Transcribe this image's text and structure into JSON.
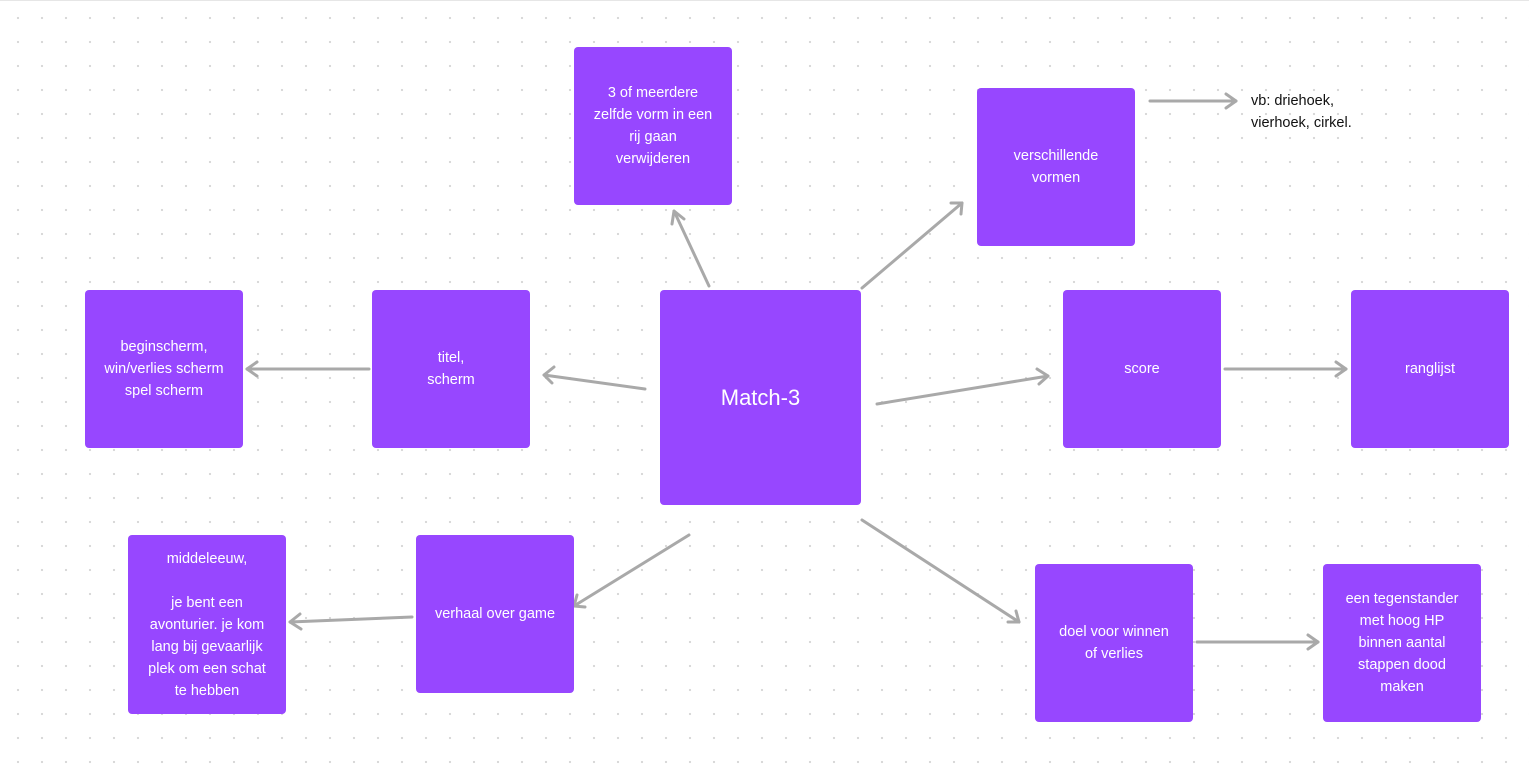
{
  "diagram": {
    "central": "Match-3",
    "nodes": {
      "remove_rule": "3 of meerdere\nzelfde vorm in een\nrij gaan\nverwijderen",
      "shapes": "verschillende\nvormen",
      "shapes_example": "vb: driehoek,\nvierhoek, cirkel.",
      "title_screen": "titel,\nscherm",
      "screens": "beginscherm,\nwin/verlies scherm\nspel scherm",
      "score": "score",
      "leaderboard": "ranglijst",
      "story": "verhaal over game",
      "story_detail": "middeleeuw,\n\nje bent een\navonturier. je kom\nlang bij gevaarlijk\nplek om een schat\nte hebben",
      "goal": "doel voor winnen\nof verlies",
      "goal_detail": "een tegenstander\nmet hoog HP\nbinnen aantal\nstappen dood\nmaken"
    },
    "colors": {
      "sticky": "#9747ff",
      "sticky_text": "#ffffff",
      "connector": "#a9a9a9",
      "canvas": "#ffffff"
    }
  }
}
